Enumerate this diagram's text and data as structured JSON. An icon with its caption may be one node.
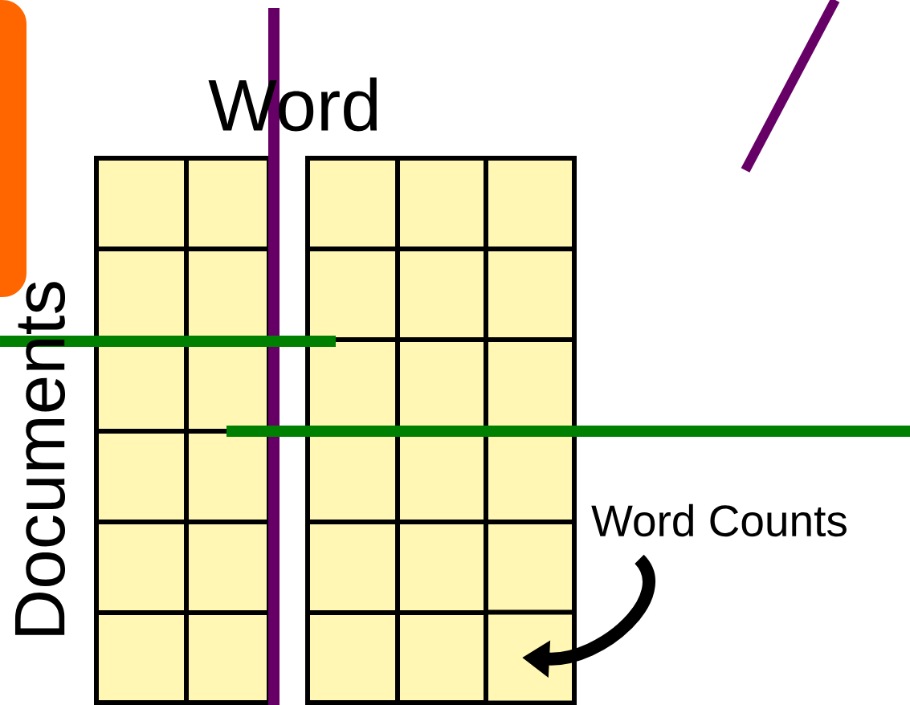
{
  "diagram": {
    "nodes": [
      {
        "text": [
          "Word Counts"
        ]
      },
      {
        "text": [],
        "shape": "box"
      }
    ],
    "edges": [
      {
        "from": 0,
        "to": 1,
        "arrow": "to"
      }
    ],
    "labels": [
      "Word",
      "Documents"
    ]
  }
}
